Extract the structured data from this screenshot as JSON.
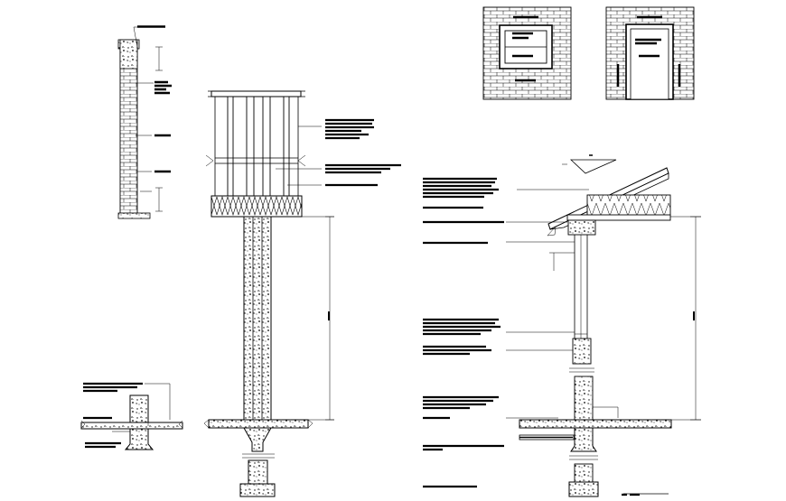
{
  "drawing": {
    "sheet_title": "",
    "details": [
      {
        "id": "brick-wall-section",
        "notes": [
          "",
          "",
          "",
          "",
          ""
        ],
        "dims": [
          "",
          ""
        ]
      },
      {
        "id": "window-elevation",
        "notes": [
          "",
          "",
          ""
        ]
      },
      {
        "id": "door-elevation",
        "notes": [
          "",
          "",
          ""
        ]
      },
      {
        "id": "stud-wall-section",
        "notes": [
          "",
          "",
          ""
        ],
        "dims": [
          ""
        ]
      },
      {
        "id": "footing-detail",
        "notes": [
          "",
          ""
        ]
      },
      {
        "id": "roof-eave-section",
        "notes": [
          "",
          "",
          "",
          "",
          "",
          "",
          "",
          "",
          ""
        ],
        "dims": [
          "",
          "",
          "",
          ""
        ]
      }
    ],
    "scale_label": "",
    "colors": {
      "line": "#000000",
      "background": "#ffffff"
    }
  }
}
